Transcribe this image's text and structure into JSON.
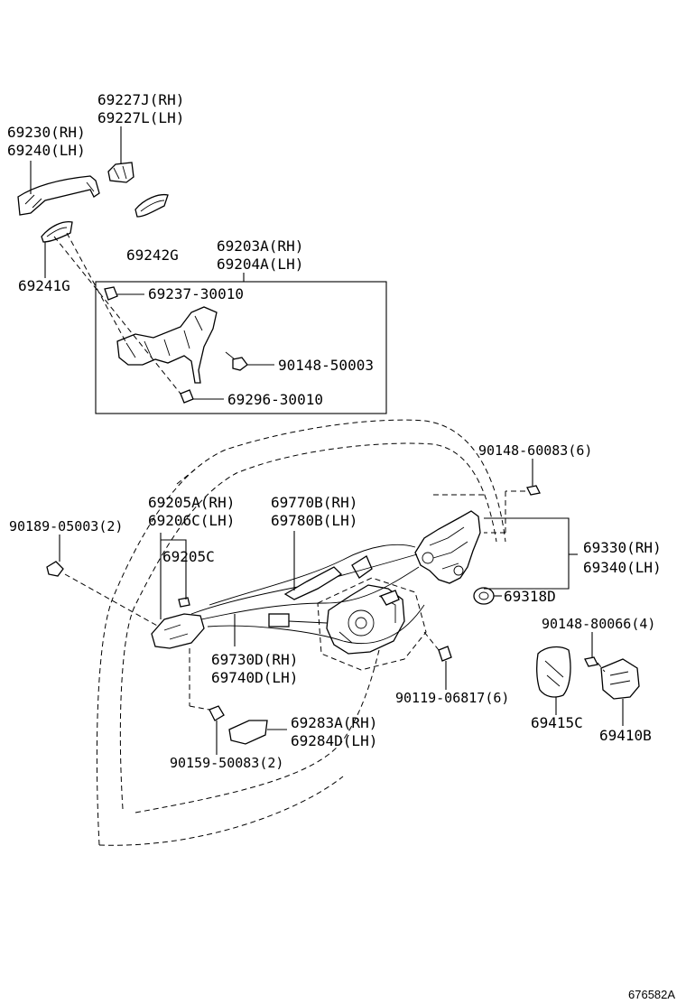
{
  "labels": {
    "p69227J": "69227J(RH)",
    "p69227L": "69227L(LH)",
    "p69230": "69230(RH)",
    "p69240": "69240(LH)",
    "p69242G": "69242G",
    "p69241G": "69241G",
    "p69203A": "69203A(RH)",
    "p69204A": "69204A(LH)",
    "p69237": "69237-30010",
    "p90148_50003": "90148-50003",
    "p69296": "69296-30010",
    "p90148_60083": "90148-60083(6)",
    "p69205A": "69205A(RH)",
    "p69206C": "69206C(LH)",
    "p69770B": "69770B(RH)",
    "p69780B": "69780B(LH)",
    "p90189": "90189-05003(2)",
    "p69205C": "69205C",
    "p69330": "69330(RH)",
    "p69340": "69340(LH)",
    "p69318D": "69318D",
    "p90148_80066": "90148-80066(4)",
    "p69730D": "69730D(RH)",
    "p69740D": "69740D(LH)",
    "p90119": "90119-06817(6)",
    "p69415C": "69415C",
    "p69410B": "69410B",
    "p69283A": "69283A(RH)",
    "p69284D": "69284D(LH)",
    "p90159": "90159-50083(2)"
  },
  "reference_code": "676582A"
}
